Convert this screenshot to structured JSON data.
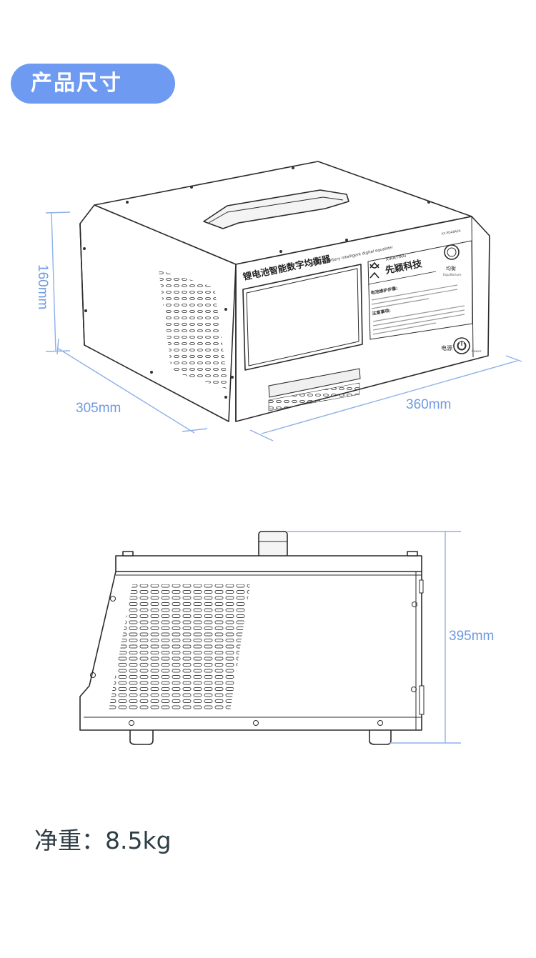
{
  "header": {
    "title": "产品尺寸"
  },
  "dimensions": {
    "height": "160mm",
    "depth": "305mm",
    "width": "360mm",
    "side_height": "395mm"
  },
  "device": {
    "name_cn": "锂电池智能数字均衡器",
    "name_en": "Lithium battery intelligent digital equalizer",
    "brand_en": "XIANYING",
    "brand_cn": "先颖科技",
    "model": "XY-PD48424",
    "equalize_cn": "均衡",
    "equalize_en": "Equilibrium",
    "power_cn": "电源",
    "power_en": "Power",
    "notes_title_1": "电池维护步骤:",
    "notes_title_2": "注意事项:"
  },
  "weight": {
    "text": "净重：8.5kg"
  },
  "colors": {
    "accent": "#6e9af2",
    "dim_line": "#8fb0e8",
    "outline": "#2a2a2a"
  }
}
